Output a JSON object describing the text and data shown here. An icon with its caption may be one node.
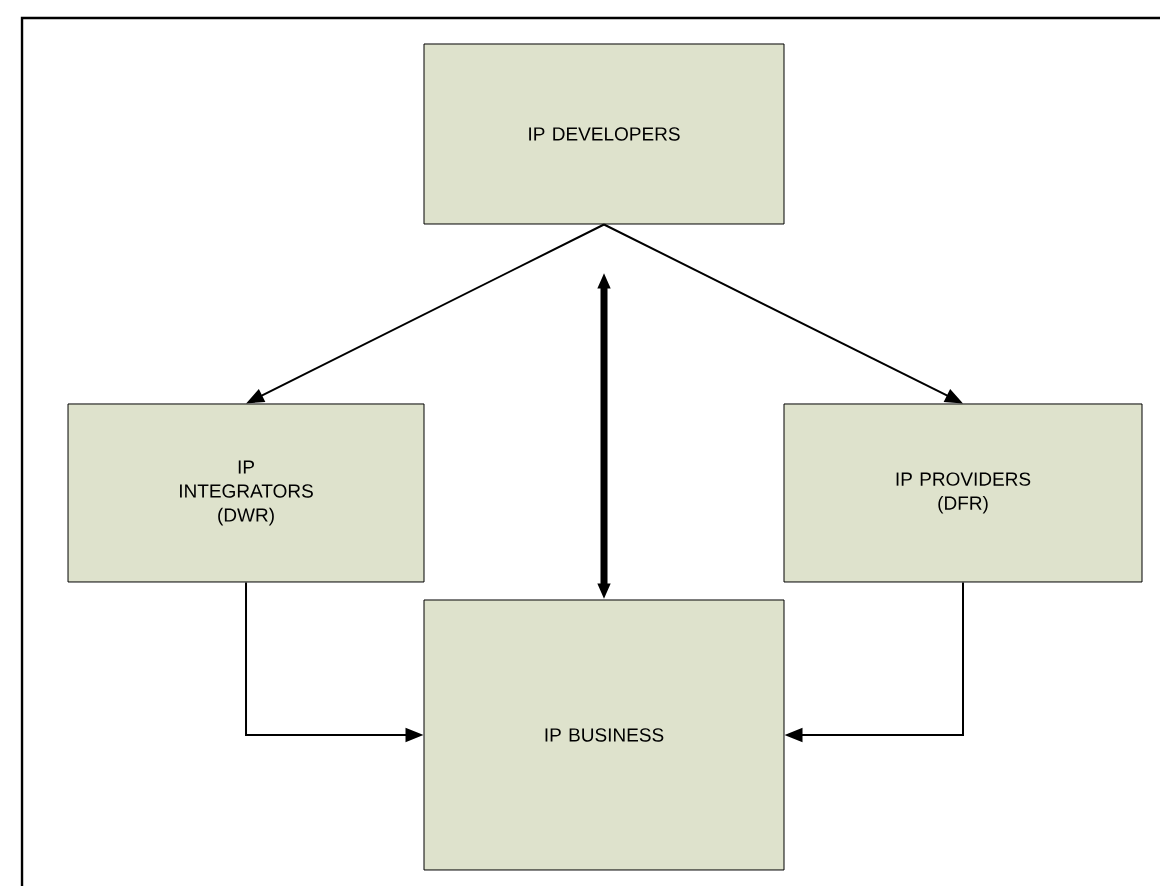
{
  "diagram": {
    "nodes": [
      {
        "text": [
          "IP DEVELOPERS"
        ]
      },
      {
        "text": [
          "IP INTEGRATORS (DWR)"
        ]
      },
      {
        "text": [
          "IP PROVIDERS (DFR)"
        ]
      },
      {
        "text": [
          "IP BUSINESS"
        ]
      }
    ],
    "edges": [
      {
        "from": 0,
        "to": 1,
        "arrow": "to"
      },
      {
        "from": 0,
        "to": 2,
        "arrow": "to"
      },
      {
        "from": 0,
        "to": 3,
        "arrow": "both",
        "style": "thick"
      },
      {
        "from": 1,
        "to": 3,
        "arrow": "to"
      },
      {
        "from": 2,
        "to": 3,
        "arrow": "to"
      }
    ]
  }
}
